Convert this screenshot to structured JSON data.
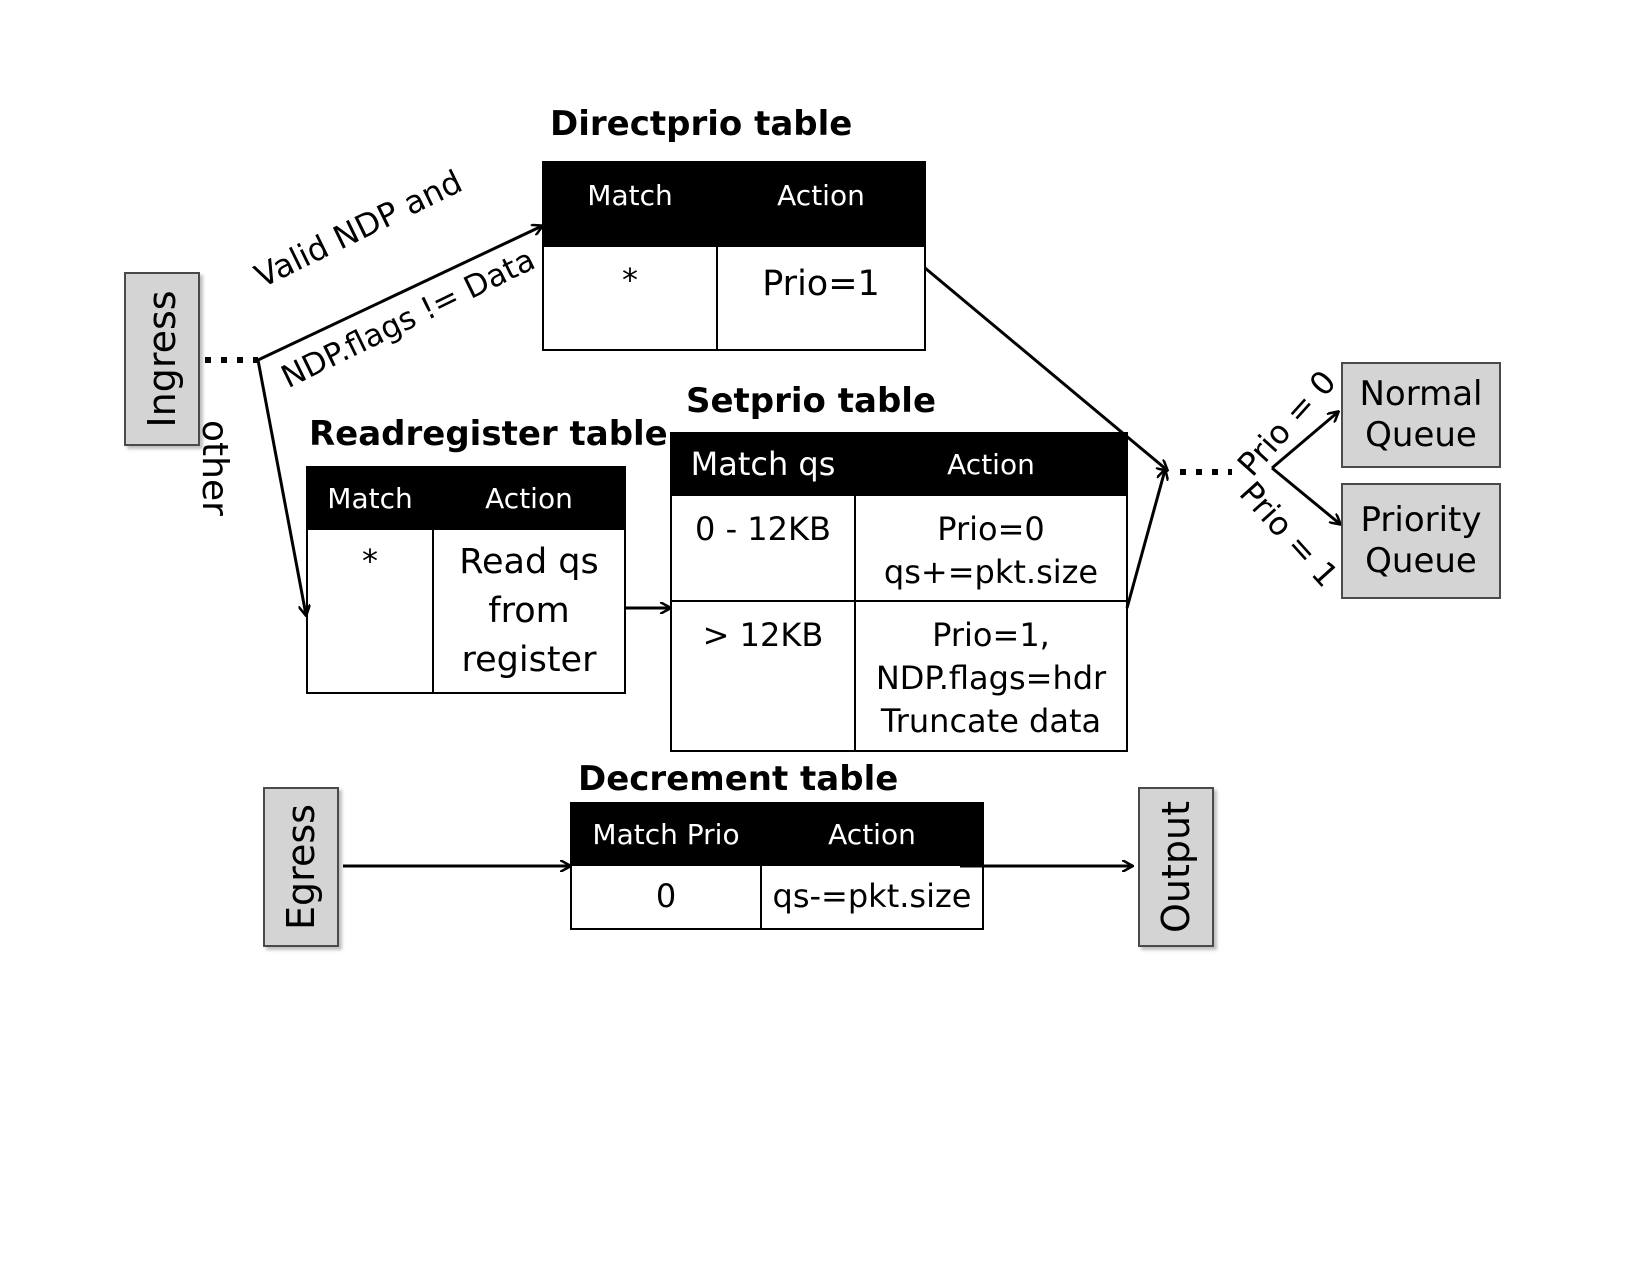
{
  "ingress_label": "Ingress",
  "egress_label": "Egress",
  "output_label": "Output",
  "edge_labels": {
    "valid_ndp_line1": "Valid NDP and",
    "valid_ndp_line2": "NDP.flags != Data",
    "other": "other",
    "prio0": "Prio = 0",
    "prio1": "Prio = 1"
  },
  "directprio": {
    "title": "Directprio table",
    "headers": [
      "Match",
      "Action"
    ],
    "rows": [
      {
        "match": "*",
        "action": "Prio=1"
      }
    ]
  },
  "readregister": {
    "title": "Readregister table",
    "headers": [
      "Match",
      "Action"
    ],
    "rows": [
      {
        "match": "*",
        "action_lines": [
          "Read qs",
          "from",
          "register"
        ]
      }
    ]
  },
  "setprio": {
    "title": "Setprio table",
    "headers": [
      "Match qs",
      "Action"
    ],
    "rows": [
      {
        "match": "0 - 12KB",
        "action_lines": [
          "Prio=0",
          "qs+=pkt.size"
        ]
      },
      {
        "match": "> 12KB",
        "action_lines": [
          "Prio=1,",
          "NDP.flags=hdr",
          "Truncate data"
        ]
      }
    ]
  },
  "decrement": {
    "title": "Decrement table",
    "headers": [
      "Match Prio",
      "Action"
    ],
    "rows": [
      {
        "match": "0",
        "action": "qs-=pkt.size"
      }
    ]
  },
  "queues": {
    "normal": [
      "Normal",
      "Queue"
    ],
    "priority": [
      "Priority",
      "Queue"
    ]
  }
}
